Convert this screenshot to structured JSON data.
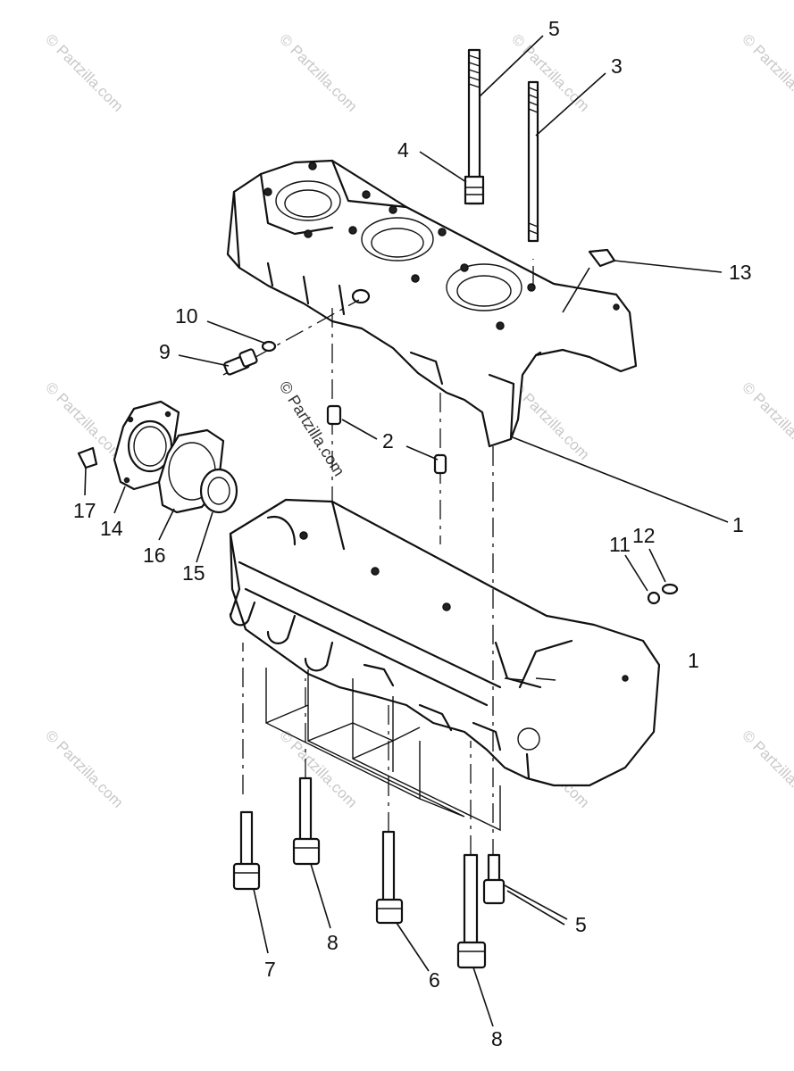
{
  "watermark": {
    "text": "© Partzilla.com"
  },
  "callouts": [
    {
      "id": "c5-top",
      "label": "5"
    },
    {
      "id": "c3",
      "label": "3"
    },
    {
      "id": "c4",
      "label": "4"
    },
    {
      "id": "c13",
      "label": "13"
    },
    {
      "id": "c10",
      "label": "10"
    },
    {
      "id": "c9",
      "label": "9"
    },
    {
      "id": "c2",
      "label": "2"
    },
    {
      "id": "c1-upper",
      "label": "1"
    },
    {
      "id": "c17",
      "label": "17"
    },
    {
      "id": "c14",
      "label": "14"
    },
    {
      "id": "c16",
      "label": "16"
    },
    {
      "id": "c15",
      "label": "15"
    },
    {
      "id": "c11",
      "label": "11"
    },
    {
      "id": "c12",
      "label": "12"
    },
    {
      "id": "c1-lower",
      "label": "1"
    },
    {
      "id": "c7",
      "label": "7"
    },
    {
      "id": "c8-left",
      "label": "8"
    },
    {
      "id": "c6",
      "label": "6"
    },
    {
      "id": "c5-bottom",
      "label": "5"
    },
    {
      "id": "c8-bottom",
      "label": "8"
    }
  ]
}
